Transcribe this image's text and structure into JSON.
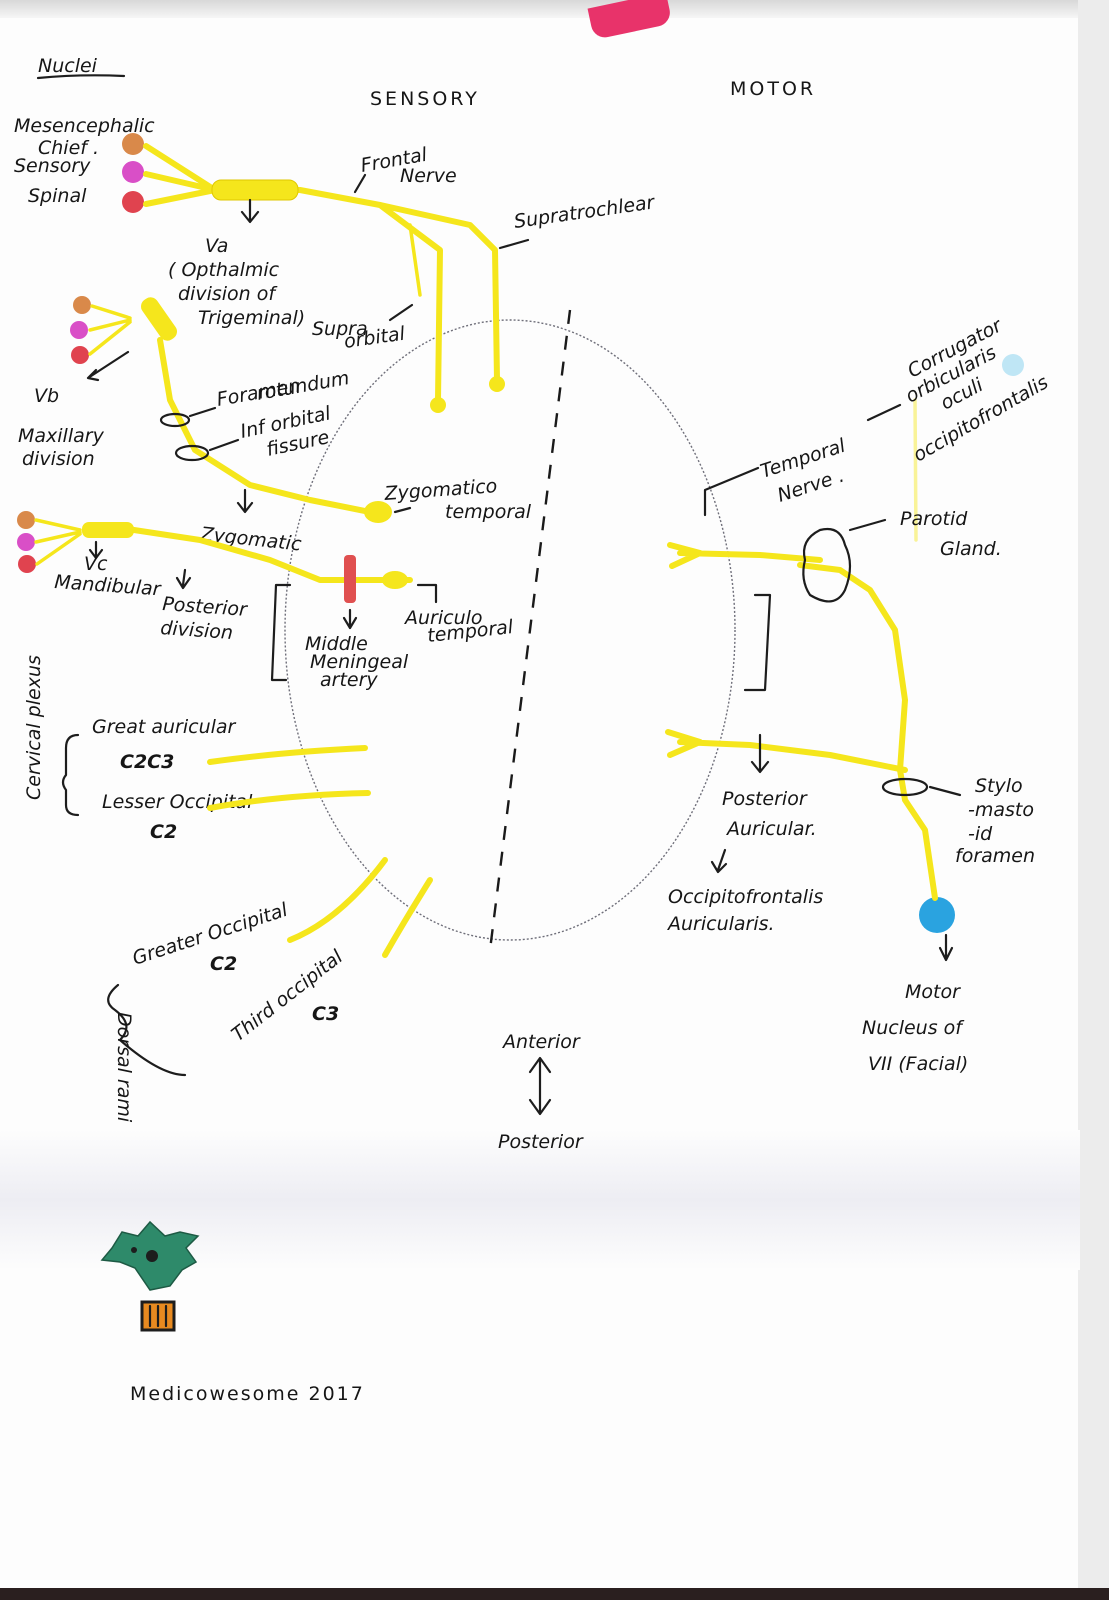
{
  "headings": {
    "nuclei": "Nuclei",
    "sensory": "SENSORY",
    "motor": "MOTOR"
  },
  "nuclei": {
    "mesencephalic": "Mesencephalic",
    "chief_sensory_1": "Chief .",
    "chief_sensory_2": "Sensory",
    "spinal": "Spinal"
  },
  "ophthalmic": {
    "va": "Va",
    "desc_1": "( Opthalmic",
    "desc_2": "division of",
    "desc_3": "Trigeminal)",
    "frontal_nerve_1": "Frontal",
    "frontal_nerve_2": "Nerve",
    "supratrochlear": "Supratrochlear",
    "supraorbital_1": "Supra",
    "supraorbital_2": "orbital"
  },
  "maxillary": {
    "vb": "Vb",
    "label_1": "Maxillary",
    "label_2": "division",
    "foramen_1": "Foramen",
    "foramen_2": "rotundum",
    "inf_orbital_1": "Inf orbital",
    "inf_orbital_2": "fissure",
    "zygomatic": "Zygomatic",
    "zygomatico_1": "Zygomatico",
    "zygomatico_2": "temporal"
  },
  "mandibular": {
    "vc": "Vc",
    "label": "Mandibular",
    "posterior_1": "Posterior",
    "posterior_2": "division",
    "auriculo_1": "Auriculo",
    "auriculo_2": "temporal",
    "mma_1": "Middle",
    "mma_2": "Meningeal",
    "mma_3": "artery"
  },
  "cervical": {
    "plexus": "Cervical plexus",
    "great_auricular": "Great auricular",
    "c2c3": "C2C3",
    "lesser_occipital": "Lesser Occipital",
    "c2_a": "C2",
    "greater_occipital": "Greater Occipital",
    "c2_b": "C2",
    "third_occipital": "Third occipital",
    "c3": "C3",
    "dorsal_rami": "Dorsal rami"
  },
  "motor": {
    "corrugator": "Corrugator",
    "orbicularis_1": "orbicularis",
    "orbicularis_2": "oculi",
    "occipitofrontalis": "occipitofrontalis",
    "temporal_1": "Temporal",
    "temporal_2": "Nerve .",
    "parotid_1": "Parotid",
    "parotid_2": "Gland.",
    "posterior_auricular_1": "Posterior",
    "posterior_auricular_2": "Auricular.",
    "occipitofrontalis_2": "Occipitofrontalis",
    "auricularis": "Auricularis.",
    "stylo_1": "Stylo",
    "stylo_2": "-masto",
    "stylo_3": "-id",
    "stylo_4": "foramen",
    "nucleus_1": "Motor",
    "nucleus_2": "Nucleus of",
    "nucleus_3": "VII (Facial)"
  },
  "orientation": {
    "anterior": "Anterior",
    "posterior": "Posterior"
  },
  "brand": "Medicowesome 2017",
  "colors": {
    "nerve": "#f5e61c",
    "mesencephalic": "#d9894a",
    "chief_sensory": "#d94fc7",
    "spinal": "#e0434f",
    "motor_nucleus": "#2aa3e0",
    "artery": "#e05050",
    "logo_green": "#2e8a6a",
    "logo_orange": "#e88a20"
  }
}
